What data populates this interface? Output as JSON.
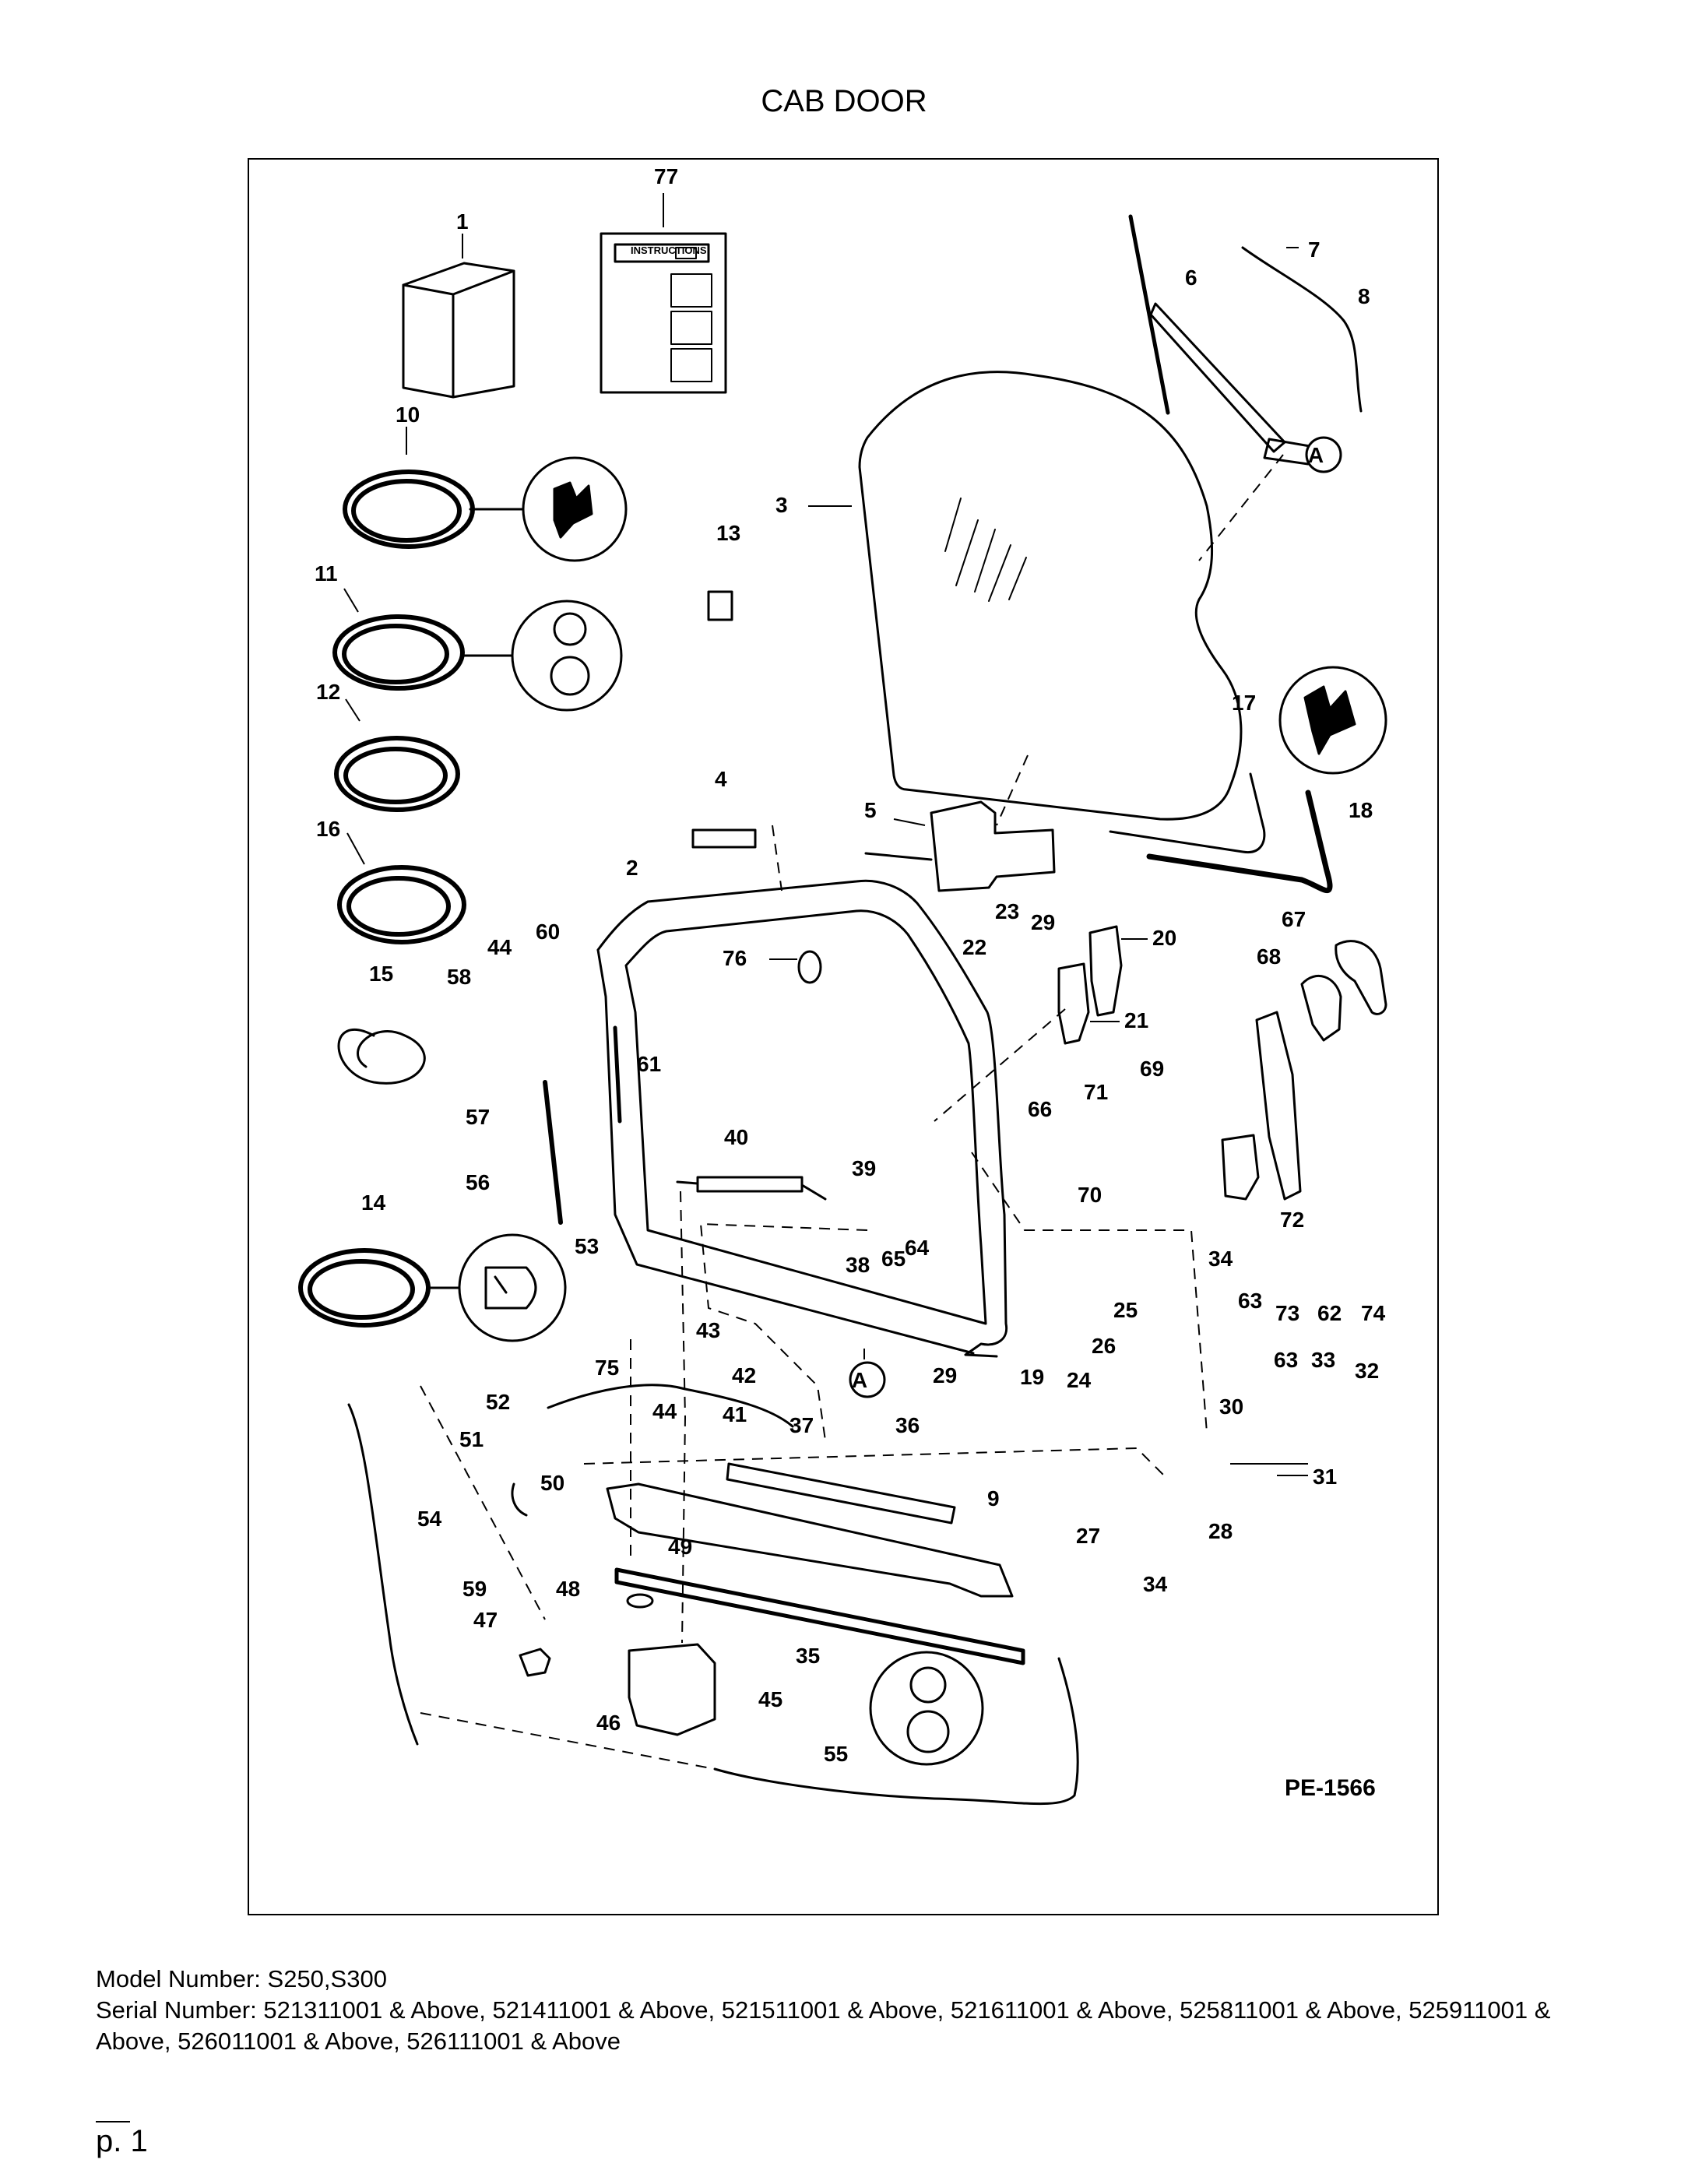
{
  "title": "CAB DOOR",
  "figure_code": "PE-1566",
  "instructions_label": "INSTRUCTIONS",
  "reference_marker": "A",
  "callouts": [
    "1",
    "2",
    "3",
    "4",
    "5",
    "6",
    "7",
    "8",
    "9",
    "10",
    "11",
    "12",
    "13",
    "14",
    "15",
    "16",
    "17",
    "18",
    "19",
    "20",
    "21",
    "22",
    "23",
    "24",
    "25",
    "26",
    "27",
    "28",
    "29",
    "29",
    "30",
    "31",
    "32",
    "33",
    "34",
    "34",
    "35",
    "36",
    "37",
    "38",
    "39",
    "40",
    "41",
    "42",
    "43",
    "44",
    "44",
    "45",
    "46",
    "47",
    "48",
    "49",
    "50",
    "51",
    "52",
    "53",
    "54",
    "55",
    "56",
    "57",
    "58",
    "59",
    "60",
    "61",
    "62",
    "63",
    "63",
    "64",
    "65",
    "66",
    "67",
    "68",
    "69",
    "70",
    "71",
    "72",
    "73",
    "74",
    "75",
    "76",
    "77"
  ],
  "model_line": "Model Number: S250,S300",
  "serial_line": "Serial Number: 521311001 & Above, 521411001 & Above, 521511001 & Above, 521611001 & Above, 525811001 & Above, 525911001 & Above, 526011001 & Above, 526111001 & Above",
  "page_number": "p. 1",
  "colors": {
    "line": "#000000",
    "background": "#ffffff"
  }
}
